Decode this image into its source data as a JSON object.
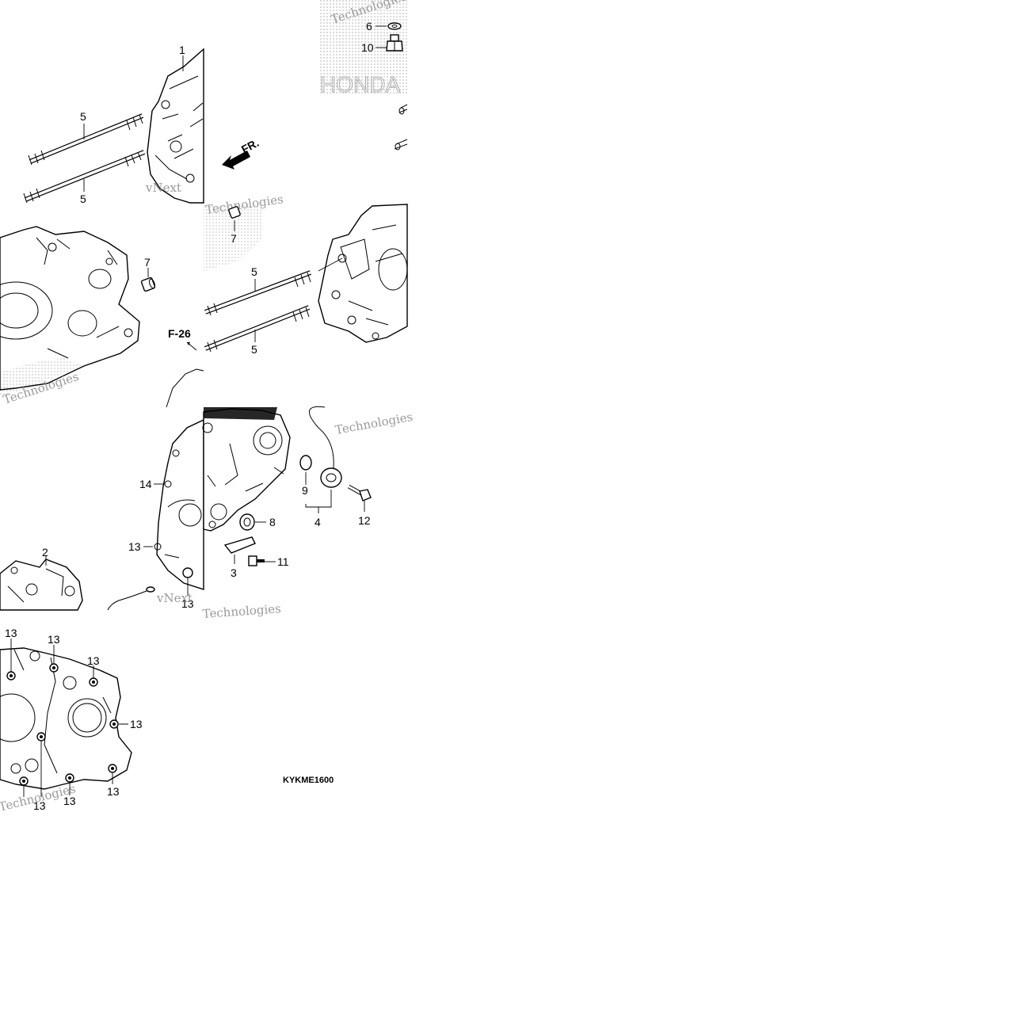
{
  "diagram": {
    "code": "KYKME1600",
    "front_label": "FR.",
    "ref_label": "F-26",
    "watermark": {
      "brand": "HONDA",
      "line1": "vNext",
      "line2": "Technologies"
    },
    "callouts": {
      "c1": "1",
      "c2": "2",
      "c3": "3",
      "c4": "4",
      "c5a": "5",
      "c5b": "5",
      "c5c": "5",
      "c5d": "5",
      "c6": "6",
      "c7a": "7",
      "c7b": "7",
      "c8": "8",
      "c9": "9",
      "c10": "10",
      "c11": "11",
      "c12": "12",
      "c13a": "13",
      "c13b": "13",
      "c13c": "13",
      "c13d": "13",
      "c13e": "13",
      "c13f": "13",
      "c13g": "13",
      "c13h": "13",
      "c13i": "13",
      "c14": "14"
    }
  }
}
